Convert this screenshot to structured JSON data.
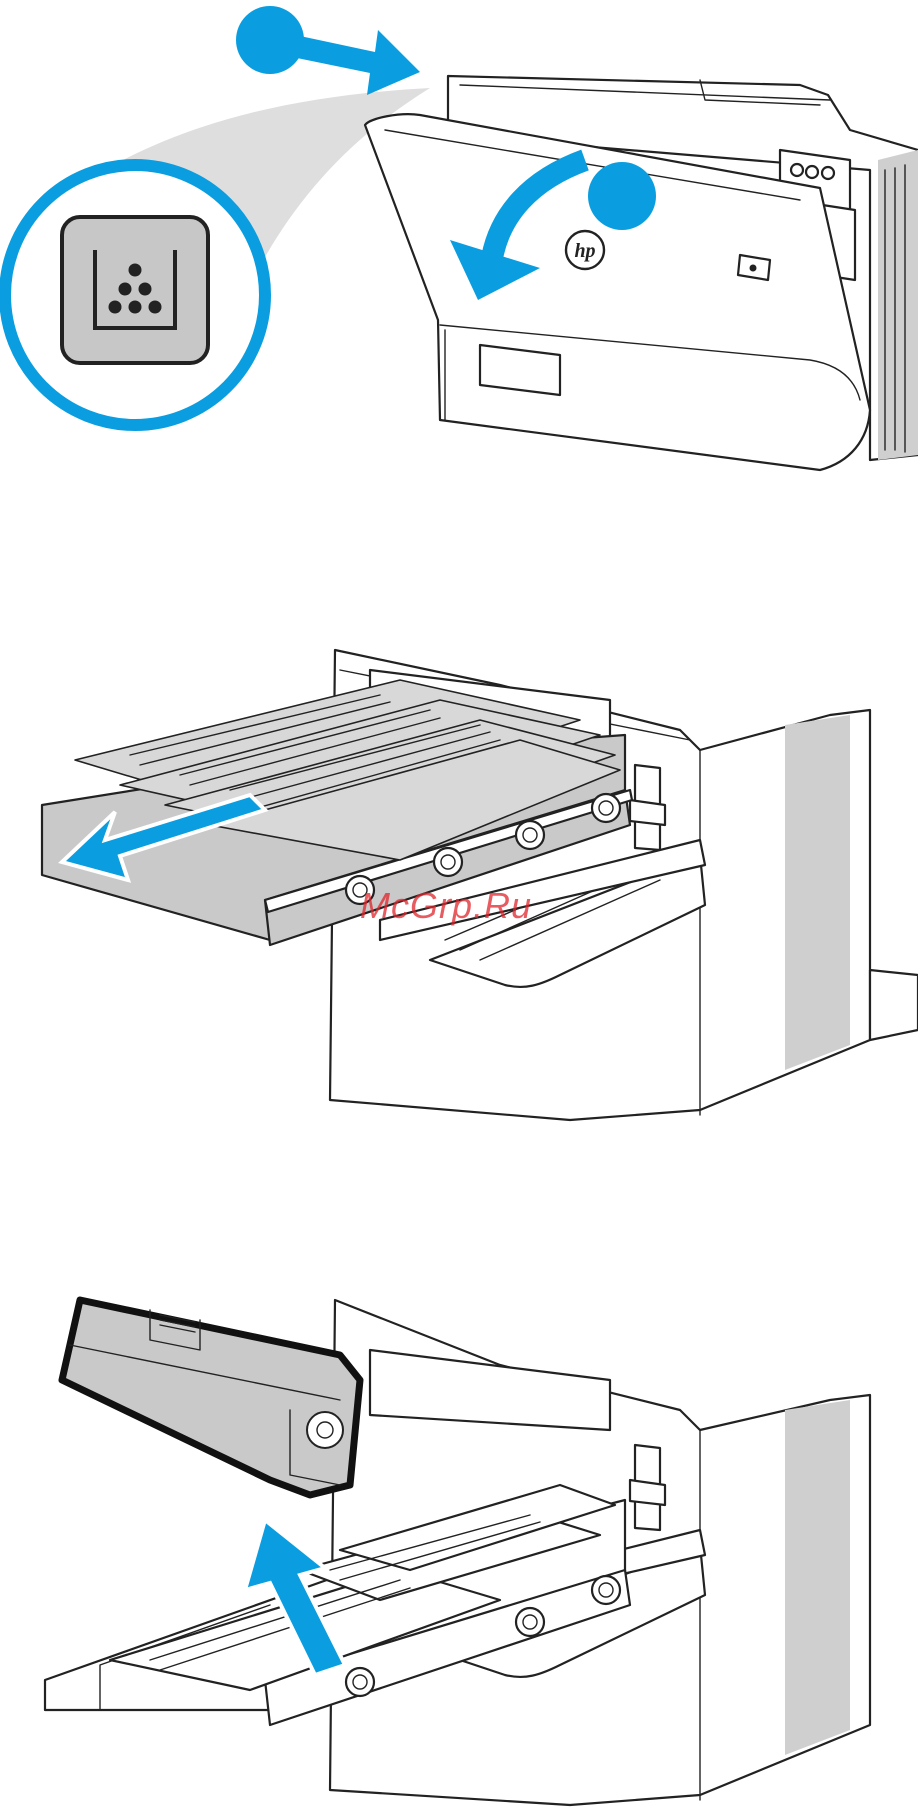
{
  "watermark": {
    "text": "McGrp.Ru",
    "color": "#e0262c"
  },
  "brand": {
    "logo_text": "hp"
  },
  "colors": {
    "accent": "#0a9ee0",
    "toner_gray": "#c9c9c9",
    "line": "#222222"
  },
  "steps": [
    {
      "callout_icons": [
        "step-circle-icon",
        "step-circle-icon"
      ],
      "icon": "toner-door-icon",
      "action": "open-front-door"
    },
    {
      "icon": "arrow-left-icon",
      "action": "pull-out-toner-drawer"
    },
    {
      "icon": "arrow-up-icon",
      "action": "lift-toner-cartridge"
    }
  ]
}
